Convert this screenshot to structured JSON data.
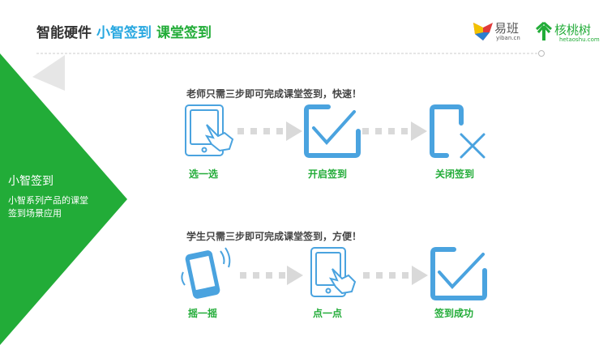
{
  "header": {
    "title_parts": [
      "智能硬件",
      "小智签到",
      "课堂签到"
    ]
  },
  "logos": [
    {
      "name": "易班",
      "sub": "yiban.cn"
    },
    {
      "name": "核桃树",
      "sub": "hetaoshu.com"
    }
  ],
  "sidebar": {
    "title": "小智签到",
    "subtitle_lines": [
      "小智系列产品的课堂",
      "签到场景应用"
    ]
  },
  "teacher": {
    "heading": "老师只需三步即可完成课堂签到，快速！",
    "steps": [
      "选一选",
      "开启签到",
      "关闭签到"
    ]
  },
  "student": {
    "heading": "学生只需三步即可完成课堂签到，方便！",
    "steps": [
      "摇一摇",
      "点一点",
      "签到成功"
    ]
  },
  "colors": {
    "blue": "#4aa3df",
    "green": "#22ac38",
    "gray": "#d9d9d9"
  }
}
